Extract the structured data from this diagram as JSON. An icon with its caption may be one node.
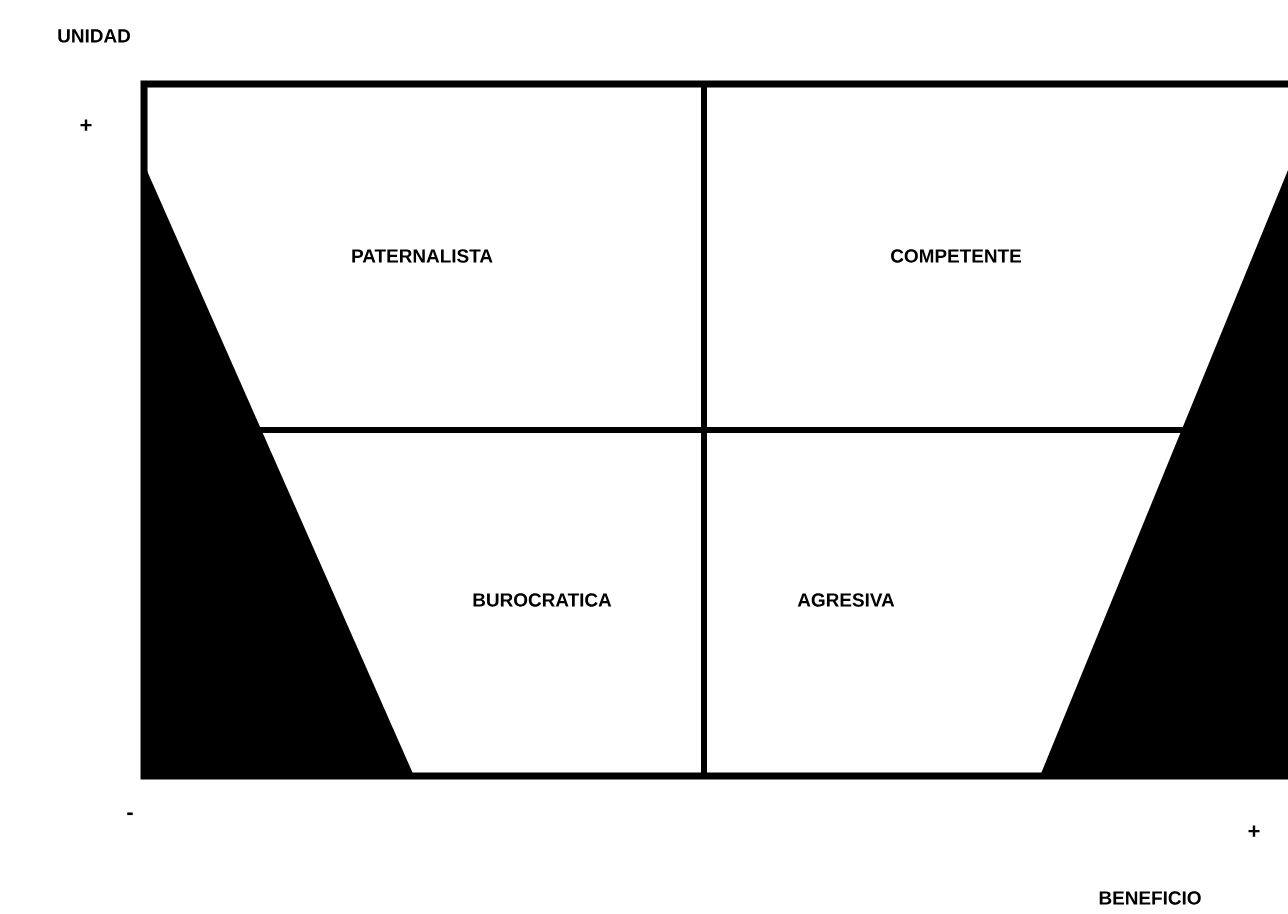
{
  "diagram": {
    "nodes": [
      {
        "text": [
          "PATERNALISTA"
        ]
      },
      {
        "text": [
          "COMPETENTE"
        ]
      },
      {
        "text": [
          "BUROCRATICA"
        ]
      },
      {
        "text": [
          "AGRESIVA"
        ]
      }
    ],
    "labels": [
      "UNIDAD",
      "+",
      "-",
      "+",
      "BENEFICIO"
    ]
  }
}
